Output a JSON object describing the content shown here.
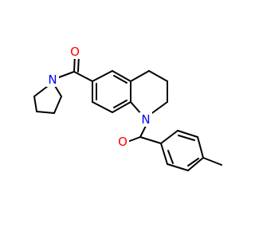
{
  "molecule": {
    "bond_color": "#000000",
    "atoms": {
      "oxygen_top": {
        "label": "O",
        "color": "#ff0000"
      },
      "nitrogen_pyrrolidine": {
        "label": "N",
        "color": "#0000ff"
      },
      "nitrogen_ring": {
        "label": "N",
        "color": "#0000ff"
      },
      "oxygen_bottom": {
        "label": "O",
        "color": "#ff0000"
      }
    }
  }
}
